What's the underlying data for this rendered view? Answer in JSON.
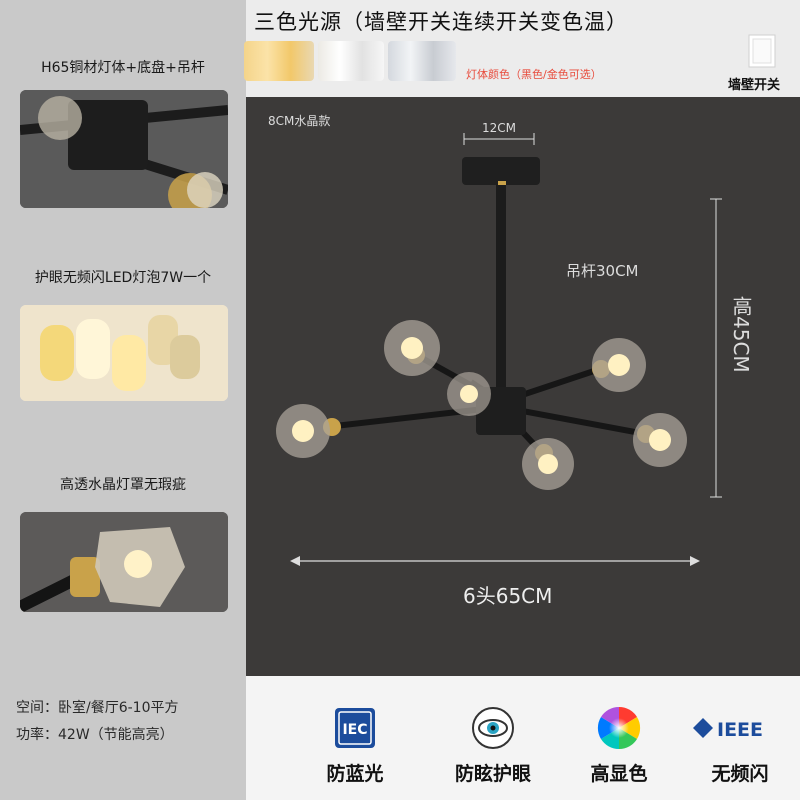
{
  "header": {
    "title": "三色光源（墙壁开关连续开关变色温）",
    "color_note": "灯体颜色（黑色/金色可选）",
    "switch_label": "墙壁开关"
  },
  "left_panel": {
    "caption_1": "H65铜材灯体+底盘+吊杆",
    "caption_2": "护眼无频闪LED灯泡7W一个",
    "caption_3": "高透水晶灯罩无瑕疵",
    "space": "空间：卧室/餐厅6-10平方",
    "power": "功率：42W（节能高亮）"
  },
  "dimensions": {
    "crystal_size": "8CM水晶款",
    "canopy_width": "12CM",
    "rod_length": "吊杆30CM",
    "height": "高45CM",
    "width": "6头65CM"
  },
  "features": [
    {
      "label": "防蓝光",
      "icon": "iec-icon"
    },
    {
      "label": "防眩护眼",
      "icon": "eye-icon"
    },
    {
      "label": "高显色",
      "icon": "color-wheel-icon"
    },
    {
      "label": "无频闪",
      "icon": "ieee-icon"
    }
  ],
  "logos": {
    "iec": "IEC",
    "ieee": "IEEE"
  },
  "colors": {
    "accent_red": "#e84b3c",
    "brass": "#c9a24a",
    "lamp_body": "#222222"
  }
}
